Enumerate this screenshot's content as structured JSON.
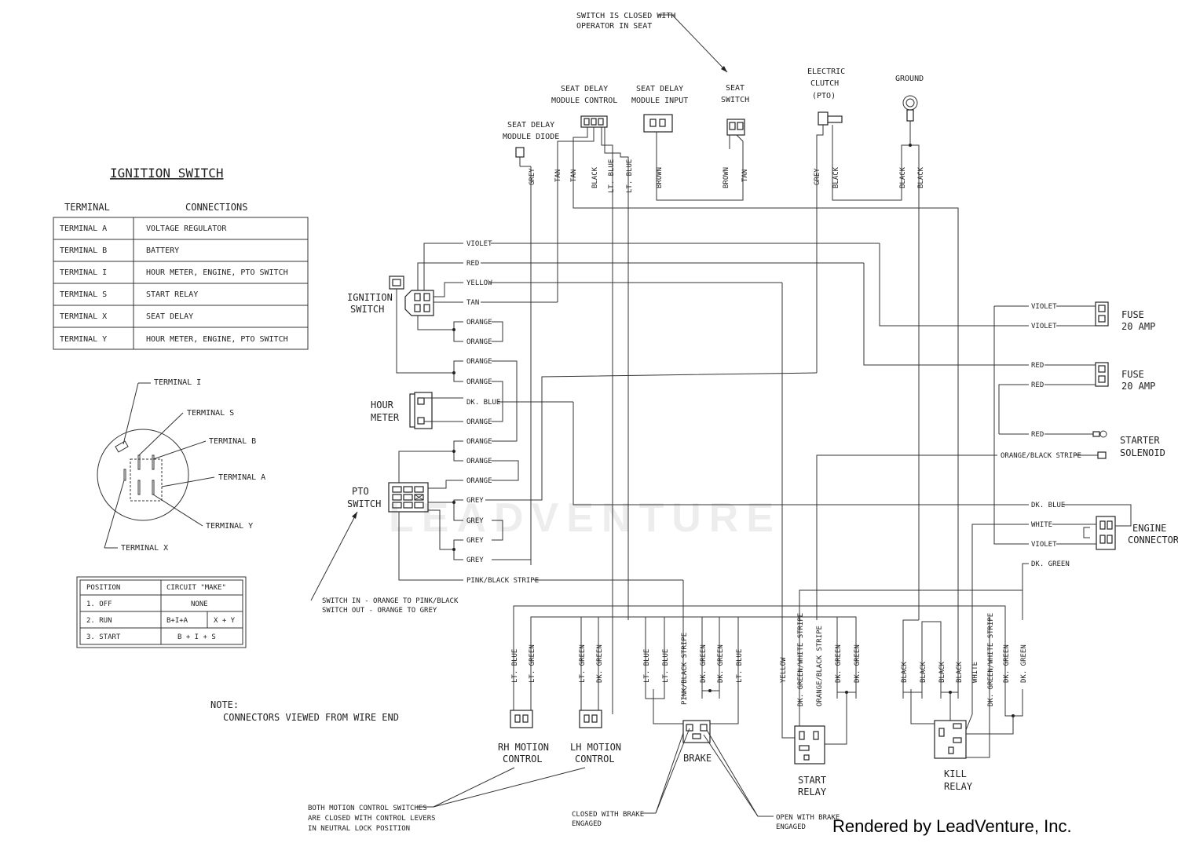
{
  "ignition_switch": {
    "title": "IGNITION SWITCH",
    "header_terminal": "TERMINAL",
    "header_connections": "CONNECTIONS",
    "rows": [
      {
        "terminal": "TERMINAL A",
        "connection": "VOLTAGE REGULATOR"
      },
      {
        "terminal": "TERMINAL B",
        "connection": "BATTERY"
      },
      {
        "terminal": "TERMINAL I",
        "connection": "HOUR METER, ENGINE, PTO SWITCH"
      },
      {
        "terminal": "TERMINAL S",
        "connection": "START RELAY"
      },
      {
        "terminal": "TERMINAL X",
        "connection": "SEAT DELAY"
      },
      {
        "terminal": "TERMINAL Y",
        "connection": "HOUR METER, ENGINE, PTO SWITCH"
      }
    ]
  },
  "terminal_labels": [
    "TERMINAL I",
    "TERMINAL S",
    "TERMINAL B",
    "TERMINAL A",
    "TERMINAL Y",
    "TERMINAL X"
  ],
  "position_table": {
    "header_position": "POSITION",
    "header_circuit": "CIRCUIT \"MAKE\"",
    "rows": [
      {
        "position": "1. OFF",
        "circuit": "NONE",
        "circuit2": ""
      },
      {
        "position": "2. RUN",
        "circuit": "B+I+A",
        "circuit2": "X + Y"
      },
      {
        "position": "3. START",
        "circuit": "B + I + S",
        "circuit2": ""
      }
    ]
  },
  "note": {
    "line1": "NOTE:",
    "line2": "CONNECTORS VIEWED FROM WIRE END"
  },
  "components": {
    "seat_delay_diode": [
      "SEAT DELAY",
      "MODULE DIODE"
    ],
    "seat_delay_control": [
      "SEAT DELAY",
      "MODULE CONTROL"
    ],
    "seat_delay_input": [
      "SEAT DELAY",
      "MODULE INPUT"
    ],
    "seat_switch": [
      "SEAT",
      "SWITCH"
    ],
    "electric_clutch": [
      "ELECTRIC",
      "CLUTCH",
      "(PTO)"
    ],
    "ground": "GROUND",
    "ignition_switch": [
      "IGNITION",
      "SWITCH"
    ],
    "hour_meter": [
      "HOUR",
      "METER"
    ],
    "pto_switch": [
      "PTO",
      "SWITCH"
    ],
    "fuse1": [
      "FUSE",
      "20 AMP"
    ],
    "fuse2": [
      "FUSE",
      "20 AMP"
    ],
    "starter_solenoid": [
      "STARTER",
      "SOLENOID"
    ],
    "engine_connector": [
      "ENGINE",
      "CONNECTOR"
    ],
    "rh_motion": [
      "RH MOTION",
      "CONTROL"
    ],
    "lh_motion": [
      "LH MOTION",
      "CONTROL"
    ],
    "brake": "BRAKE",
    "start_relay": [
      "START",
      "RELAY"
    ],
    "kill_relay": [
      "KILL",
      "RELAY"
    ]
  },
  "annotations": {
    "seat_closed": [
      "SWITCH IS CLOSED WITH",
      "OPERATOR IN SEAT"
    ],
    "pto_note": [
      "SWITCH IN - ORANGE TO PINK/BLACK",
      "SWITCH OUT - ORANGE TO GREY"
    ],
    "motion_note": [
      "BOTH MOTION CONTROL SWITCHES",
      "ARE CLOSED WITH CONTROL LEVERS",
      "IN NEUTRAL LOCK POSITION"
    ],
    "brake_closed": [
      "CLOSED WITH BRAKE",
      "ENGAGED"
    ],
    "brake_open": [
      "OPEN WITH BRAKE",
      "ENGAGED"
    ]
  },
  "wire_labels": {
    "top": [
      "GREY",
      "TAN",
      "TAN",
      "BLACK",
      "LT. BLUE",
      "LT. BLUE",
      "BROWN",
      "BROWN",
      "TAN",
      "GREY",
      "BLACK",
      "BLACK",
      "BLACK"
    ],
    "middle": [
      "VIOLET",
      "RED",
      "YELLOW",
      "TAN",
      "ORANGE",
      "ORANGE",
      "ORANGE",
      "ORANGE",
      "DK. BLUE",
      "ORANGE",
      "ORANGE",
      "ORANGE",
      "ORANGE",
      "GREY",
      "GREY",
      "GREY",
      "GREY",
      "PINK/BLACK STRIPE"
    ],
    "right": [
      "VIOLET",
      "VIOLET",
      "RED",
      "RED",
      "RED",
      "ORANGE/BLACK STRIPE",
      "DK. BLUE",
      "WHITE",
      "VIOLET",
      "DK. GREEN"
    ],
    "bottom": [
      "LT. BLUE",
      "LT. GREEN",
      "LT. GREEN",
      "DK. GREEN",
      "LT. BLUE",
      "LT. BLUE",
      "PINK/BLACK STRIPE",
      "DK. GREEN",
      "DK. GREEN",
      "LT. BLUE",
      "YELLOW",
      "DK. GREEN/WHITE STRIPE",
      "ORANGE/BLACK STRIPE",
      "DK. GREEN",
      "DK. GREEN",
      "BLACK",
      "BLACK",
      "BLACK",
      "BLACK",
      "WHITE",
      "DK. GREEN/WHITE STRIPE",
      "DK. GREEN",
      "DK. GREEN"
    ]
  },
  "watermark": "LEADVENTURE",
  "footer": "Rendered by LeadVenture, Inc."
}
